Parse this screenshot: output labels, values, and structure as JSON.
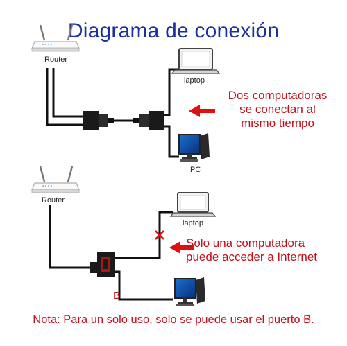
{
  "title": "Diagrama de conexión",
  "top": {
    "router_label": "Router",
    "laptop_label": "laptop",
    "pc_label": "PC",
    "callout_lines": [
      "Dos computadoras",
      "se conectan al",
      "mismo tiempo"
    ]
  },
  "bottom": {
    "router_label": "Router",
    "laptop_label": "laptop",
    "port_label": "B",
    "callout_lines": [
      "Solo una computadora",
      "puede acceder a Internet"
    ]
  },
  "note": "Nota: Para un solo uso, solo se puede usar el puerto B.",
  "colors": {
    "title": "#1b2f9e",
    "callout": "#c0101a",
    "cable": "#111111"
  }
}
